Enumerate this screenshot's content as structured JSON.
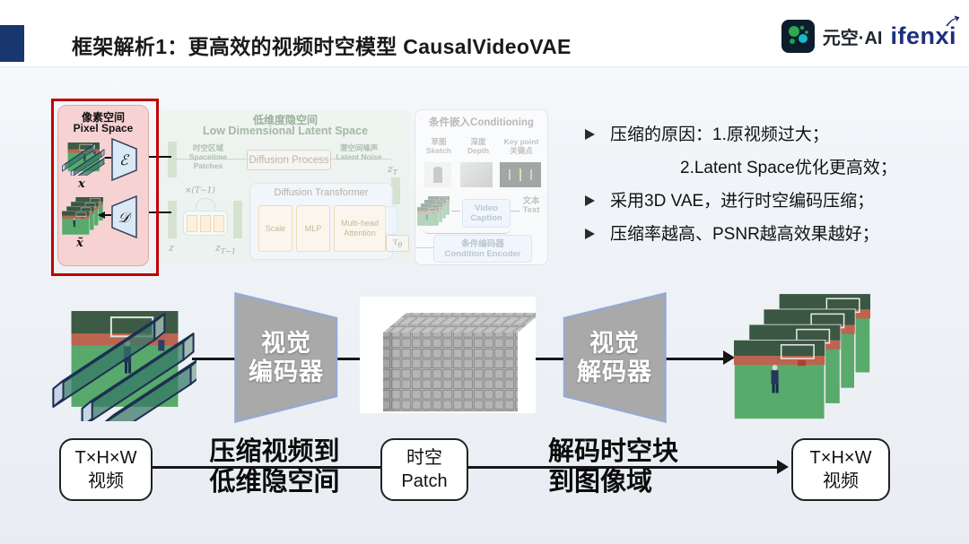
{
  "header": {
    "title": "框架解析1：更高效的视频时空模型 CausalVideoVAE",
    "logo_text": "元空·AI",
    "brand": "ifenxi"
  },
  "architecture": {
    "pixel_space": {
      "title_cn": "像素空间",
      "title_en": "Pixel Space",
      "encoder_symbol": "ℰ",
      "decoder_symbol": "𝒟",
      "input_label": "x",
      "output_label": "x̃"
    },
    "latent_space": {
      "title_cn": "低维度隐空间",
      "title_en": "Low Dimensional Latent Space",
      "patches_cn": "时空区域",
      "patches_en": "Spacetime Patches",
      "diffusion_process": "Diffusion Process",
      "noise_cn": "潜空间噪声",
      "noise_en": "Latent Noise",
      "z_t": {
        "base": "z",
        "sub": "T"
      },
      "loop_label": "×(T−1)",
      "z_label": "z",
      "z_t1": {
        "base": "z",
        "sub": "T−1"
      },
      "dit_title": "Diffusion Transformer",
      "scale": "Scale",
      "mlp": "MLP",
      "mha_l1": "Multi-head",
      "mha_l2": "Attention",
      "tau": {
        "base": "τ",
        "sub": "θ"
      }
    },
    "conditioning": {
      "title": "条件嵌入Conditioning",
      "sketch_cn": "草图",
      "sketch_en": "Sketch",
      "depth_cn": "深度",
      "depth_en": "Depth",
      "keypoint_en": "Key point",
      "keypoint_cn": "关键点",
      "caption_l1": "Video",
      "caption_l2": "Caption",
      "text_cn": "文本",
      "text_en": "Text",
      "cond_encoder_cn": "条件编码器",
      "cond_encoder_en": "Condition Encoder"
    }
  },
  "bullets": [
    {
      "text": "压缩的原因：1.原视频过大；"
    },
    {
      "text": "2.Latent Space优化更高效；"
    },
    {
      "text": "采用3D VAE，进行时空编码压缩；"
    },
    {
      "text": "压缩率越高、PSNR越高效果越好；"
    }
  ],
  "pipeline": {
    "encoder_l1": "视觉",
    "encoder_l2": "编码器",
    "decoder_l1": "视觉",
    "decoder_l2": "解码器",
    "input_l1": "T×H×W",
    "input_l2": "视频",
    "patch_l1": "时空",
    "patch_l2": "Patch",
    "output_l1": "T×H×W",
    "output_l2": "视频",
    "step1_l1": "压缩视频到",
    "step1_l2": "低维隐空间",
    "step2_l1": "解码时空块",
    "step2_l2": "到图像域"
  },
  "colors": {
    "accent_red": "#c00000",
    "header_navy": "#17376e",
    "brand_blue": "#1d2f7c",
    "trapezoid_gray": "#a9a9a9",
    "pixel_panel_pink": "#f7d2d3"
  }
}
